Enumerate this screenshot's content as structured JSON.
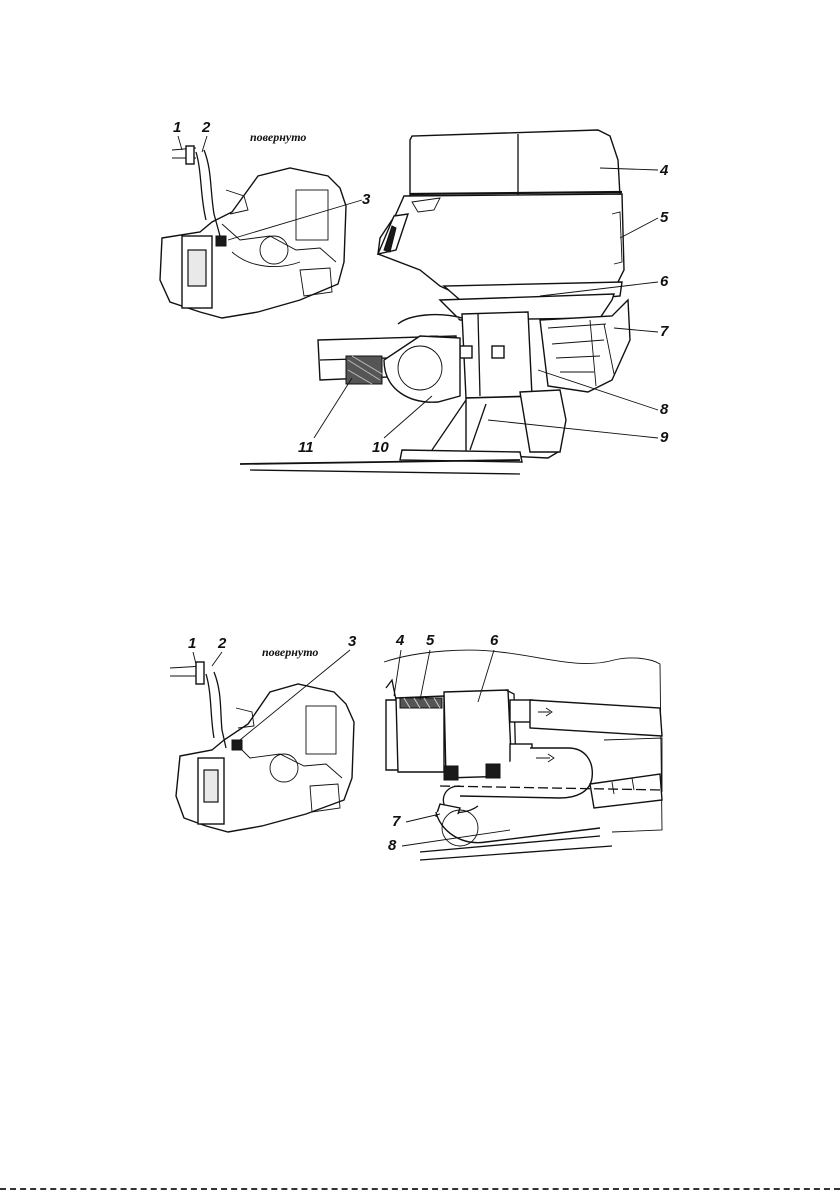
{
  "figure_top": {
    "note": "повернуто",
    "callouts": [
      "1",
      "2",
      "3",
      "4",
      "5",
      "6",
      "7",
      "8",
      "9",
      "10",
      "11"
    ]
  },
  "figure_bottom": {
    "note": "повернуто",
    "callouts": [
      "1",
      "2",
      "3",
      "4",
      "5",
      "6",
      "7",
      "8"
    ]
  }
}
